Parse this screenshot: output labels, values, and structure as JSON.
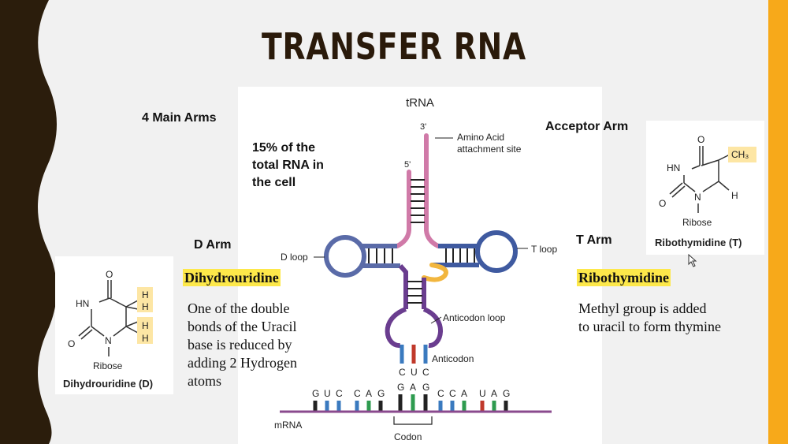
{
  "slide": {
    "title": "TRANSFER RNA",
    "colors": {
      "left_band": "#2b1d0c",
      "right_band": "#f7a91a",
      "highlight": "#fde84a",
      "title": "#2a1a0a"
    }
  },
  "labels": {
    "main_arms": "4 Main Arms",
    "acceptor_arm": "Acceptor Arm",
    "d_arm": "D Arm",
    "t_arm": "T Arm",
    "percent_line1": "15% of the",
    "percent_line2": "total RNA in",
    "percent_line3": "the cell"
  },
  "diagram": {
    "title": "tRNA",
    "three_prime": "3'",
    "five_prime": "5'",
    "amino_acid_line1": "Amino Acid",
    "amino_acid_line2": "attachment site",
    "d_loop": "D loop",
    "t_loop": "T loop",
    "anticodon_loop": "Anticodon loop",
    "anticodon": "Anticodon",
    "anticodon_letters": [
      "C",
      "U",
      "C"
    ],
    "codon_letters": [
      "G",
      "A",
      "G"
    ],
    "mrna_left_letters": [
      "G",
      "U",
      "C",
      "C",
      "A",
      "G"
    ],
    "mrna_right_letters": [
      "C",
      "C",
      "A",
      "U",
      "A",
      "G"
    ],
    "mrna": "mRNA",
    "codon": "Codon",
    "colors": {
      "acceptor": "#d07aa8",
      "d_arm": "#5a6ba8",
      "t_arm": "#3f5aa0",
      "anticodon_arm": "#6a3d8f",
      "variable_loop": "#f2b63e",
      "mrna": "#8a4a8e"
    }
  },
  "dihydrouridine": {
    "heading": "Dihydrouridine",
    "desc_line1": "One of the double",
    "desc_line2": "bonds of the Uracil",
    "desc_line3": "base is reduced by",
    "desc_line4": "adding 2 Hydrogen",
    "desc_line5": "atoms",
    "structure_caption": "Dihydrouridine (D)",
    "atoms": {
      "o_top": "O",
      "hn": "HN",
      "n": "N",
      "o_left": "O",
      "ribose": "Ribose",
      "h": "H"
    }
  },
  "ribothymidine": {
    "heading": "Ribothymidine",
    "desc_line1": "Methyl group is added",
    "desc_line2": "to uracil to form thymine",
    "structure_caption": "Ribothymidine (T)",
    "atoms": {
      "o_top": "O",
      "hn": "HN",
      "n": "N",
      "o_left": "O",
      "ribose": "Ribose",
      "h": "H",
      "ch3": "CH₃"
    }
  }
}
